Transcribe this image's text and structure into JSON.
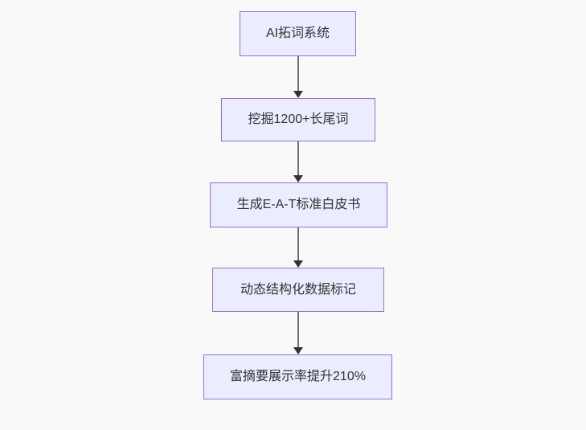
{
  "diagram": {
    "type": "flowchart",
    "direction": "top-down",
    "nodes": [
      {
        "id": "node-1",
        "label": "AI拓词系统"
      },
      {
        "id": "node-2",
        "label": "挖掘1200+长尾词"
      },
      {
        "id": "node-3",
        "label": "生成E-A-T标准白皮书"
      },
      {
        "id": "node-4",
        "label": "动态结构化数据标记"
      },
      {
        "id": "node-5",
        "label": "富摘要展示率提升210%"
      }
    ],
    "edges": [
      {
        "from": "node-1",
        "to": "node-2"
      },
      {
        "from": "node-2",
        "to": "node-3"
      },
      {
        "from": "node-3",
        "to": "node-4"
      },
      {
        "from": "node-4",
        "to": "node-5"
      }
    ],
    "colors": {
      "background": "#F9F9F9",
      "node_fill": "#ECECFF",
      "node_border": "#9370DB",
      "text": "#333333",
      "arrow_line": "#6E6E6E",
      "arrow_head": "#333333"
    }
  }
}
